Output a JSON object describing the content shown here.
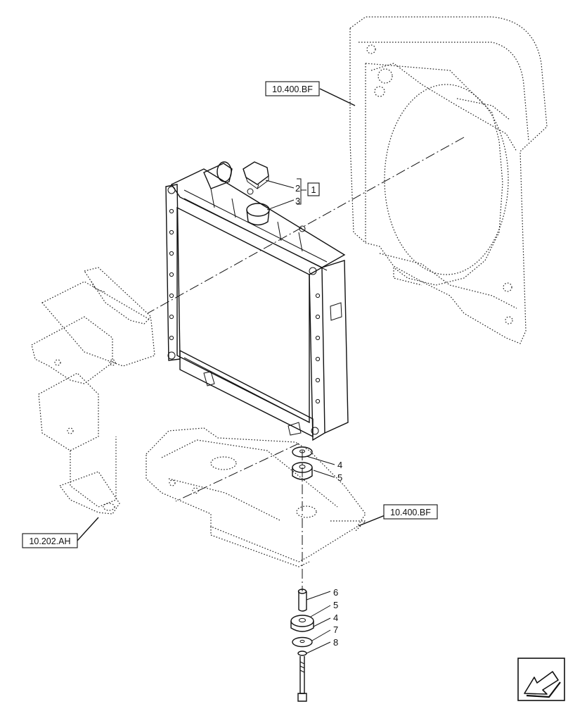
{
  "references": {
    "top": "10.400.BF",
    "middle": "10.400.BF",
    "left": "10.202.AH"
  },
  "callouts": {
    "cap": "2",
    "neck": "3",
    "kit": "1",
    "washer_top": "4",
    "mount_top": "5",
    "bushing": "6",
    "mount_bottom": "5",
    "washer_bottom": "4",
    "plate": "7",
    "bolt_washer": "8"
  },
  "nav": {
    "icon": "arrow-icon"
  }
}
